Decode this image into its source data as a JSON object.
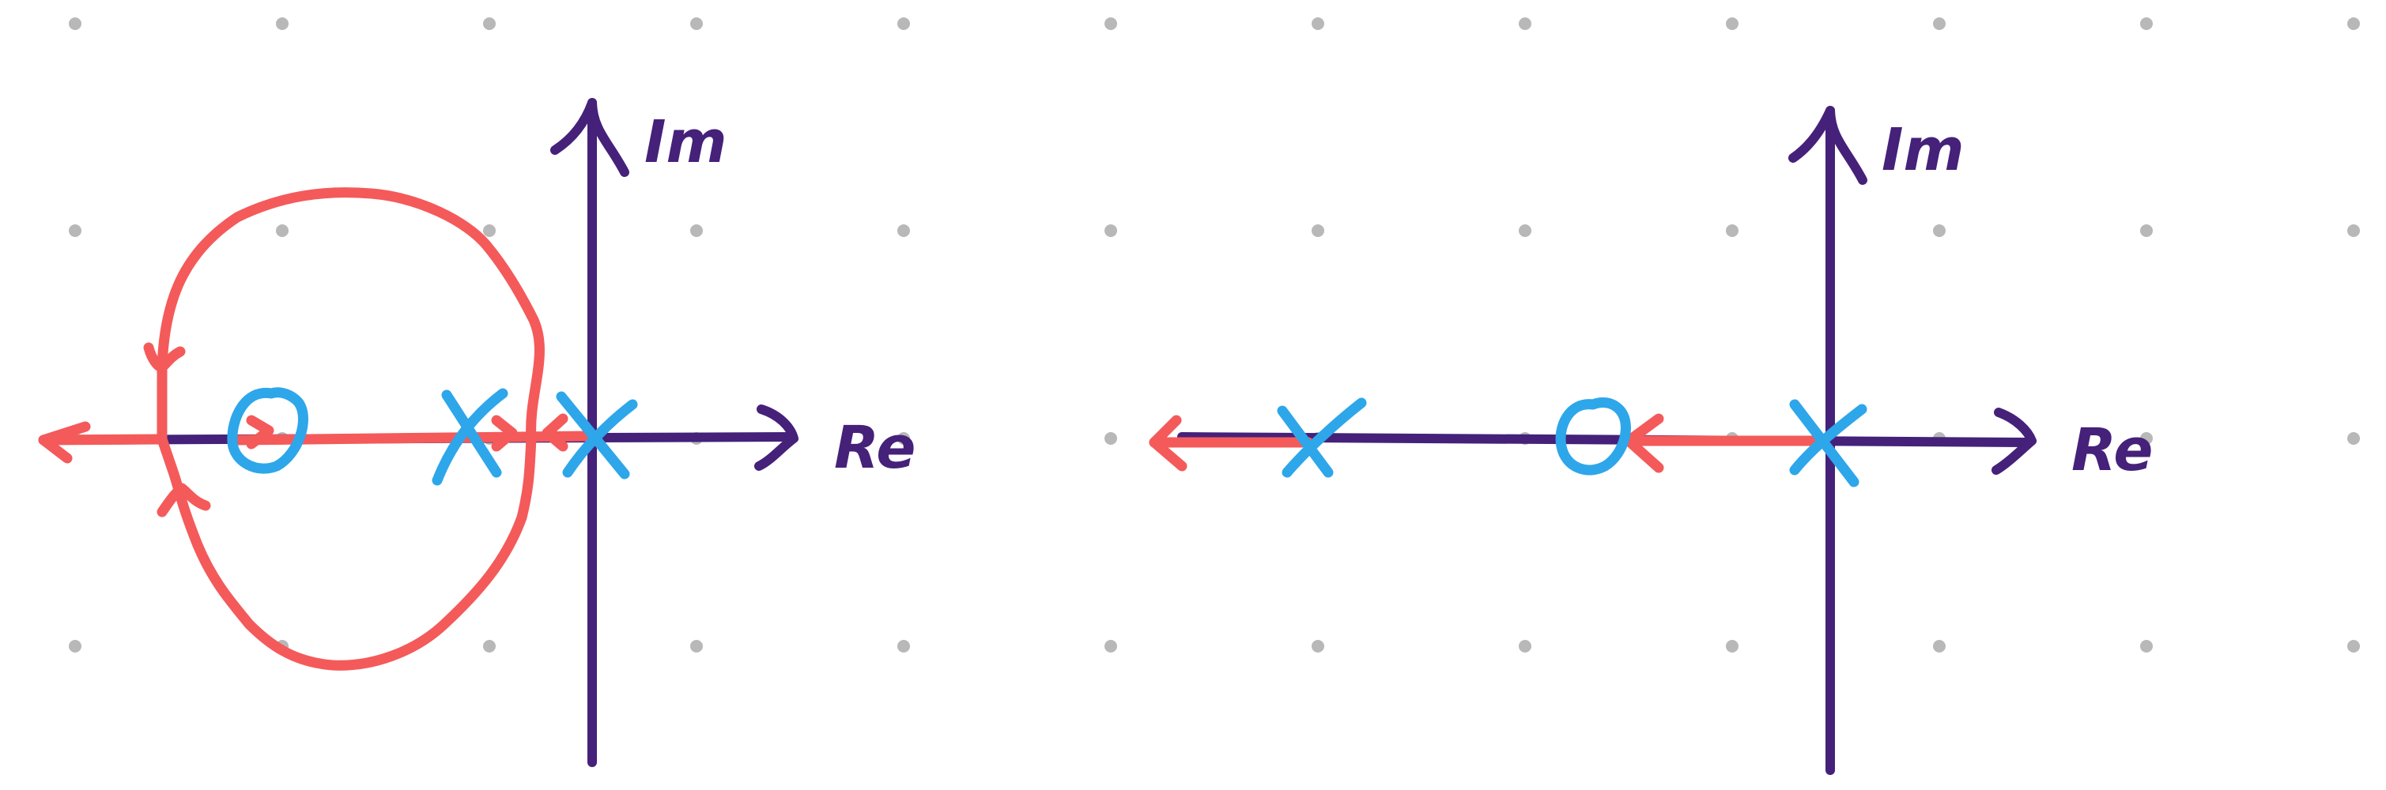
{
  "colors": {
    "axis": "#45217a",
    "locus": "#f45a5a",
    "marker": "#2ea6ea",
    "grid": "#b8b8b8",
    "background": "#ffffff"
  },
  "plots": [
    {
      "name": "left-root-locus",
      "axis_labels": {
        "imaginary": "Im",
        "real": "Re"
      },
      "poles": 2,
      "zeros": 1,
      "locus_shape": "circle-around-zero-with-branch-to-negative-infinity"
    },
    {
      "name": "right-root-locus",
      "axis_labels": {
        "imaginary": "Im",
        "real": "Re"
      },
      "poles": 2,
      "zeros": 1,
      "locus_shape": "real-axis-segments"
    }
  ]
}
